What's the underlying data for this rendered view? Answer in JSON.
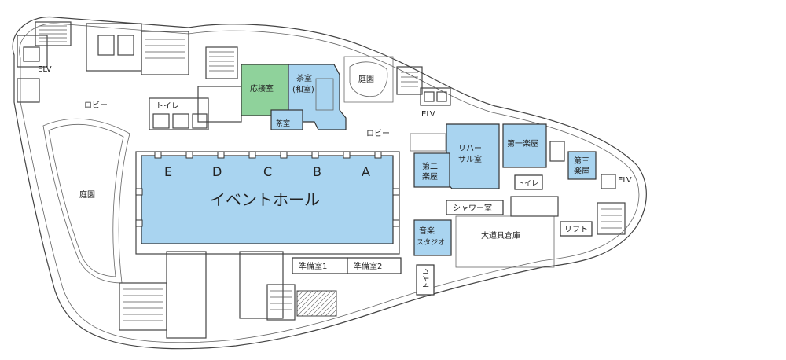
{
  "labels": {
    "elv_left": "ELV",
    "lobby_left": "ロビー",
    "garden_left": "庭園",
    "toilet_top": "トイレ",
    "reception": "応接室",
    "tea_room_1": "茶室",
    "tea_room_2": "(和室)",
    "tea_room_small": "茶室",
    "garden_top": "庭園",
    "lobby_center": "ロビー",
    "elv_center": "ELV",
    "rehearsal_1": "リハー",
    "rehearsal_2": "サル室",
    "green_room_1": "第一楽屋",
    "green_room_2a": "第二",
    "green_room_2b": "楽屋",
    "green_room_3a": "第三",
    "green_room_3b": "楽屋",
    "elv_right": "ELV",
    "toilet_right": "トイレ",
    "shower": "シャワー室",
    "music_studio_1": "音楽",
    "music_studio_2": "スタジオ",
    "storage": "大道具倉庫",
    "lift": "リフト",
    "event_hall": "イベントホール",
    "hall_section_e": "E",
    "hall_section_d": "D",
    "hall_section_c": "C",
    "hall_section_b": "B",
    "hall_section_a": "A",
    "prep_room_1": "準備室1",
    "prep_room_2": "準備室2",
    "toilet_bottom": "トイレ"
  },
  "colors": {
    "room_blue": "#a9d4f0",
    "room_green": "#8fd29b",
    "wall": "#444444",
    "background": "#ffffff"
  }
}
